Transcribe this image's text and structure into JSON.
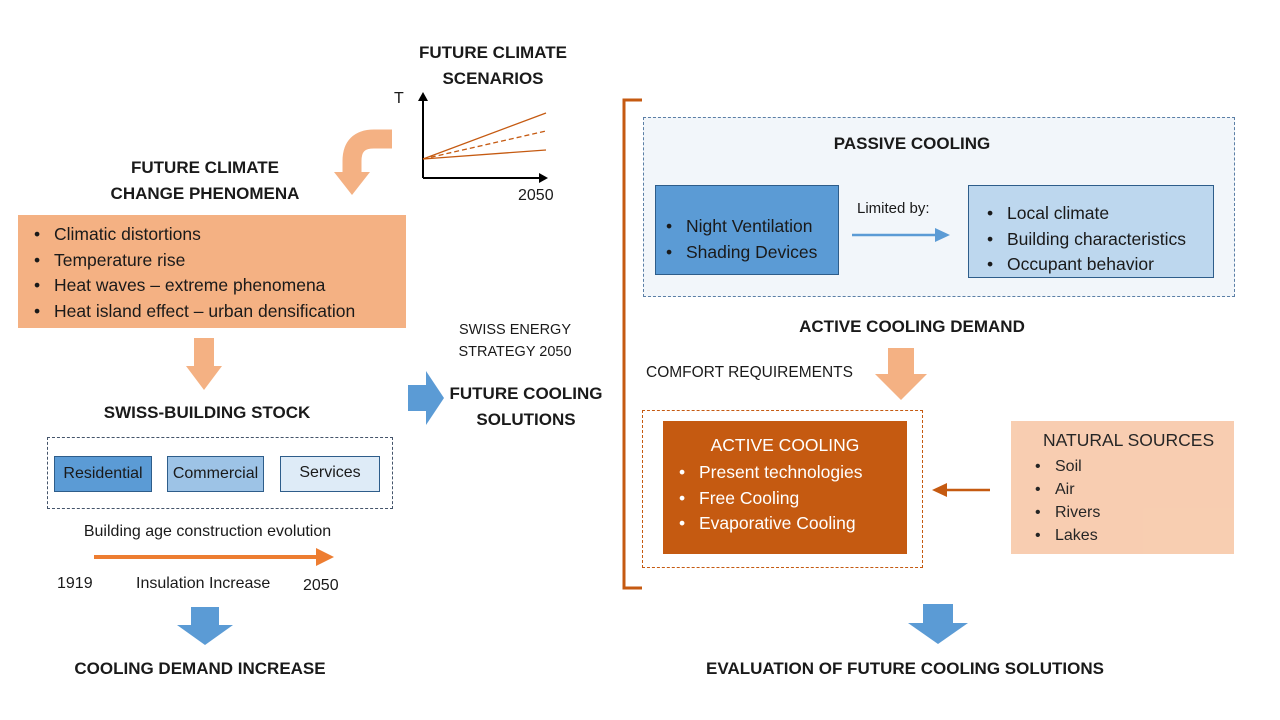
{
  "climate_chart": {
    "title_line1": "FUTURE CLIMATE",
    "title_line2": "SCENARIOS",
    "y_axis_label": "T",
    "x_axis_label": "2050"
  },
  "phenomena": {
    "title_line1": "FUTURE CLIMATE",
    "title_line2": "CHANGE PHENOMENA",
    "items": [
      "Climatic distortions",
      "Temperature rise",
      "Heat waves – extreme phenomena",
      "Heat island effect – urban densification"
    ]
  },
  "building_stock": {
    "title": "SWISS-BUILDING STOCK",
    "categories": [
      "Residential",
      "Commercial",
      "Services"
    ],
    "evolution_label": "Building age construction evolution",
    "start_year": "1919",
    "end_year": "2050",
    "arrow_label": "Insulation Increase"
  },
  "cooling_demand_increase": "COOLING DEMAND INCREASE",
  "swiss_strategy": {
    "line1": "SWISS ENERGY",
    "line2": "STRATEGY 2050"
  },
  "future_solutions": {
    "line1": "FUTURE COOLING",
    "line2": "SOLUTIONS"
  },
  "passive_cooling": {
    "title": "PASSIVE COOLING",
    "strategies": [
      "Night Ventilation",
      "Shading Devices"
    ],
    "limited_by_label": "Limited by:",
    "limits": [
      "Local climate",
      "Building characteristics",
      "Occupant behavior"
    ]
  },
  "active_cooling_demand": "ACTIVE COOLING DEMAND",
  "comfort_requirements": "COMFORT REQUIREMENTS",
  "active_cooling": {
    "title": "ACTIVE COOLING",
    "items": [
      "Present technologies",
      "Free Cooling",
      "Evaporative Cooling"
    ]
  },
  "natural_sources": {
    "title": "NATURAL SOURCES",
    "items": [
      "Soil",
      "Air",
      "Rivers",
      "Lakes"
    ]
  },
  "evaluation": "EVALUATION OF FUTURE COOLING SOLUTIONS",
  "colors": {
    "salmon": "#f4b183",
    "blue_dark": "#5b9bd5",
    "blue_mid": "#9dc3e6",
    "blue_light": "#deebf7",
    "orange_dark": "#c55a11",
    "peach": "#f8cbad",
    "line_orange": "#c55a11"
  }
}
